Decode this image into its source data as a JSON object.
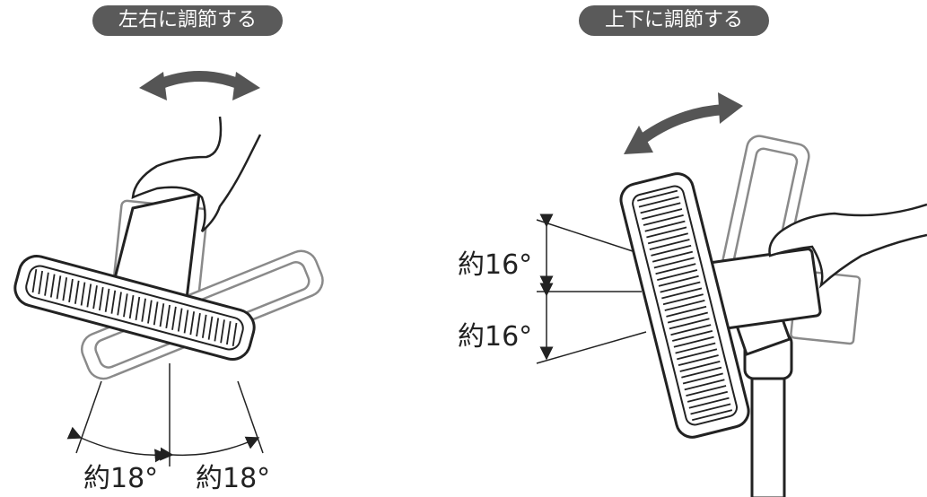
{
  "left_panel": {
    "title": "左右に調節する",
    "angle_left": "約18°",
    "angle_right": "約18°"
  },
  "right_panel": {
    "title": "上下に調節する",
    "angle_up": "約16°",
    "angle_down": "約16°"
  },
  "colors": {
    "pill_bg": "#5a5a5a",
    "line": "#222222",
    "ghost": "#8a8a8a",
    "arrow": "#555555"
  }
}
